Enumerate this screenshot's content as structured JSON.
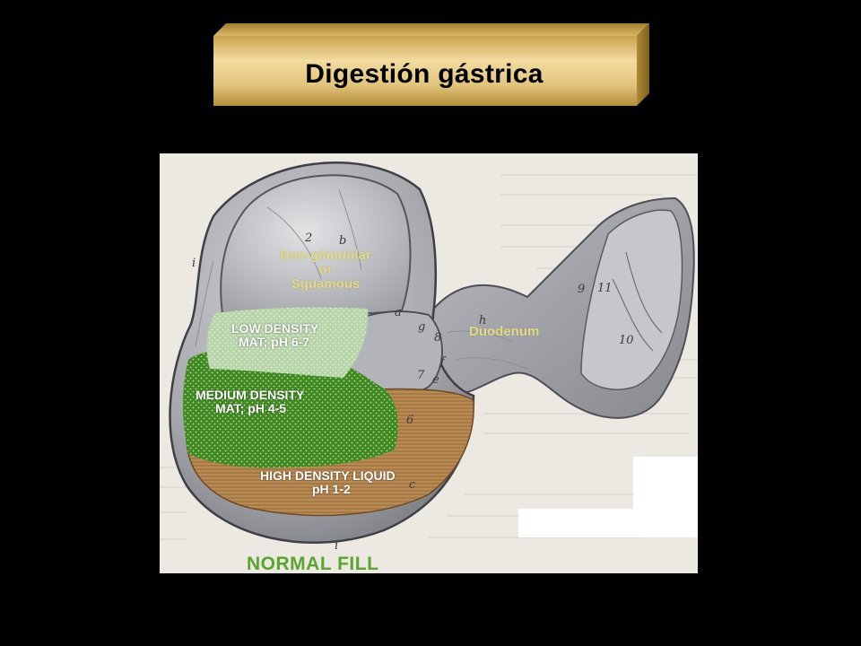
{
  "title": "Digestión gástrica",
  "figure": {
    "regions": {
      "non_glandular": [
        "Non-glandular",
        "or",
        "Squamous"
      ],
      "duodenum": "Duodenum",
      "low_density": [
        "LOW DENSITY",
        "MAT; pH 6-7"
      ],
      "medium_density": [
        "MEDIUM DENSITY",
        "MAT; pH 4-5"
      ],
      "high_density": [
        "HIGH DENSITY LIQUID",
        "pH 1-2"
      ]
    },
    "caption": "NORMAL FILL",
    "reference_marks": [
      "2",
      "b",
      "i",
      "a",
      "g",
      "8",
      "7",
      "e",
      "f",
      "h",
      "6",
      "c",
      "9",
      "11",
      "10",
      "i"
    ],
    "colors": {
      "low_density": "#b7d5a9",
      "medium_density": "#3f8a1f",
      "high_density": "#a77a45",
      "label_yellow": "#e2dc83",
      "label_green": "#5aa52e",
      "plaque_gold": "#d7b45c"
    }
  }
}
